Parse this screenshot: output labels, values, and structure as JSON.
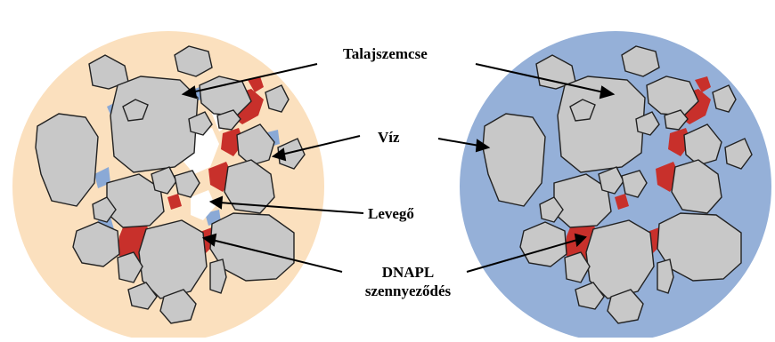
{
  "labels": {
    "particle": "Talajszemcse",
    "water": "Víz",
    "air": "Levegő",
    "dnapl_line1": "DNAPL",
    "dnapl_line2": "szennyeződés"
  },
  "colors": {
    "left_background": "#fbe0be",
    "right_background": "#95b0d8",
    "particle_fill": "#c8c8c8",
    "particle_stroke": "#222222",
    "water": "#8aa9d6",
    "air": "#ffffff",
    "dnapl": "#c8302b",
    "arrow": "#000000"
  }
}
